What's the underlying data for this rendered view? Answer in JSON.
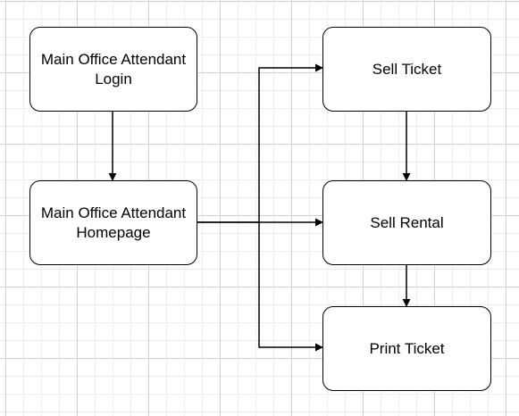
{
  "diagram": {
    "nodes": [
      {
        "id": "login",
        "label": "Main Office Attendant\nLogin"
      },
      {
        "id": "homepage",
        "label": "Main Office Attendant\nHomepage"
      },
      {
        "id": "sell-ticket",
        "label": "Sell Ticket"
      },
      {
        "id": "sell-rental",
        "label": "Sell Rental"
      },
      {
        "id": "print-ticket",
        "label": "Print Ticket"
      }
    ],
    "edges": [
      {
        "from": "login",
        "to": "homepage"
      },
      {
        "from": "homepage",
        "to": "sell-ticket"
      },
      {
        "from": "homepage",
        "to": "sell-rental"
      },
      {
        "from": "homepage",
        "to": "print-ticket"
      },
      {
        "from": "sell-ticket",
        "to": "sell-rental"
      },
      {
        "from": "sell-rental",
        "to": "print-ticket"
      }
    ],
    "colors": {
      "stroke": "#000000",
      "node_fill": "#ffffff",
      "grid": "#e0e0e0"
    }
  }
}
